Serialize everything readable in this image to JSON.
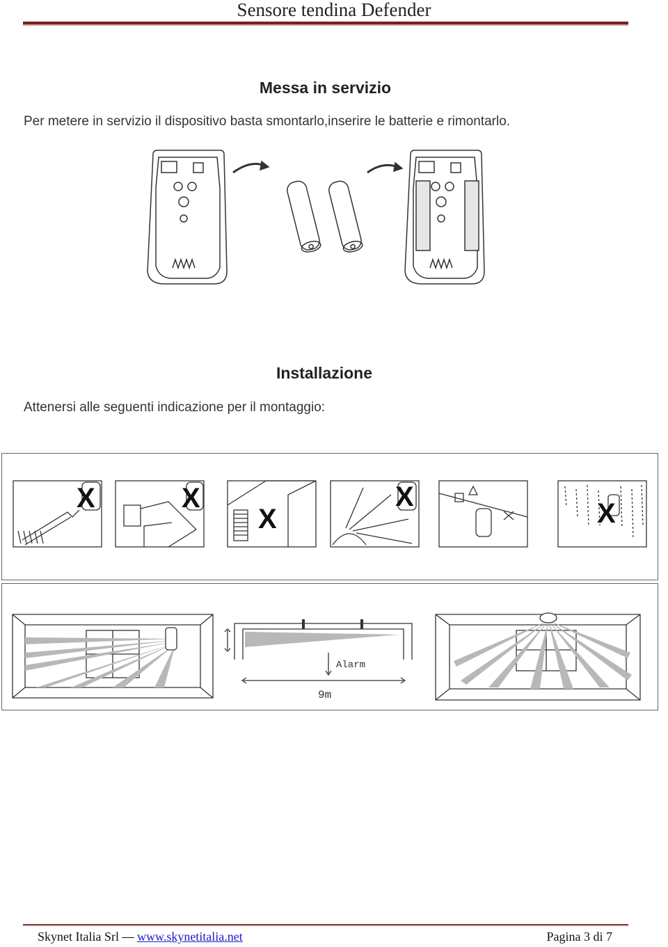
{
  "header": {
    "title": "Sensore tendina Defender"
  },
  "section1": {
    "heading": "Messa in servizio",
    "text": "Per metere in servizio il dispositivo basta smontarlo,inserire le batterie e rimontarlo."
  },
  "section2": {
    "heading": "Installazione",
    "text": "Attenersi alle seguenti indicazione per il montaggio:"
  },
  "diagram": {
    "alarm_label": "Alarm",
    "distance_label": "9m",
    "forbidden_mark": "X"
  },
  "colors": {
    "rule_dark": "#7a1f1f",
    "rule_light": "#c9a4a4",
    "ink": "#333333",
    "beam": "#b8b8b8"
  },
  "footer": {
    "company": "Skynet Italia Srl",
    "link": "www.skynetitalia.net",
    "page": "Pagina 3 di 7"
  }
}
